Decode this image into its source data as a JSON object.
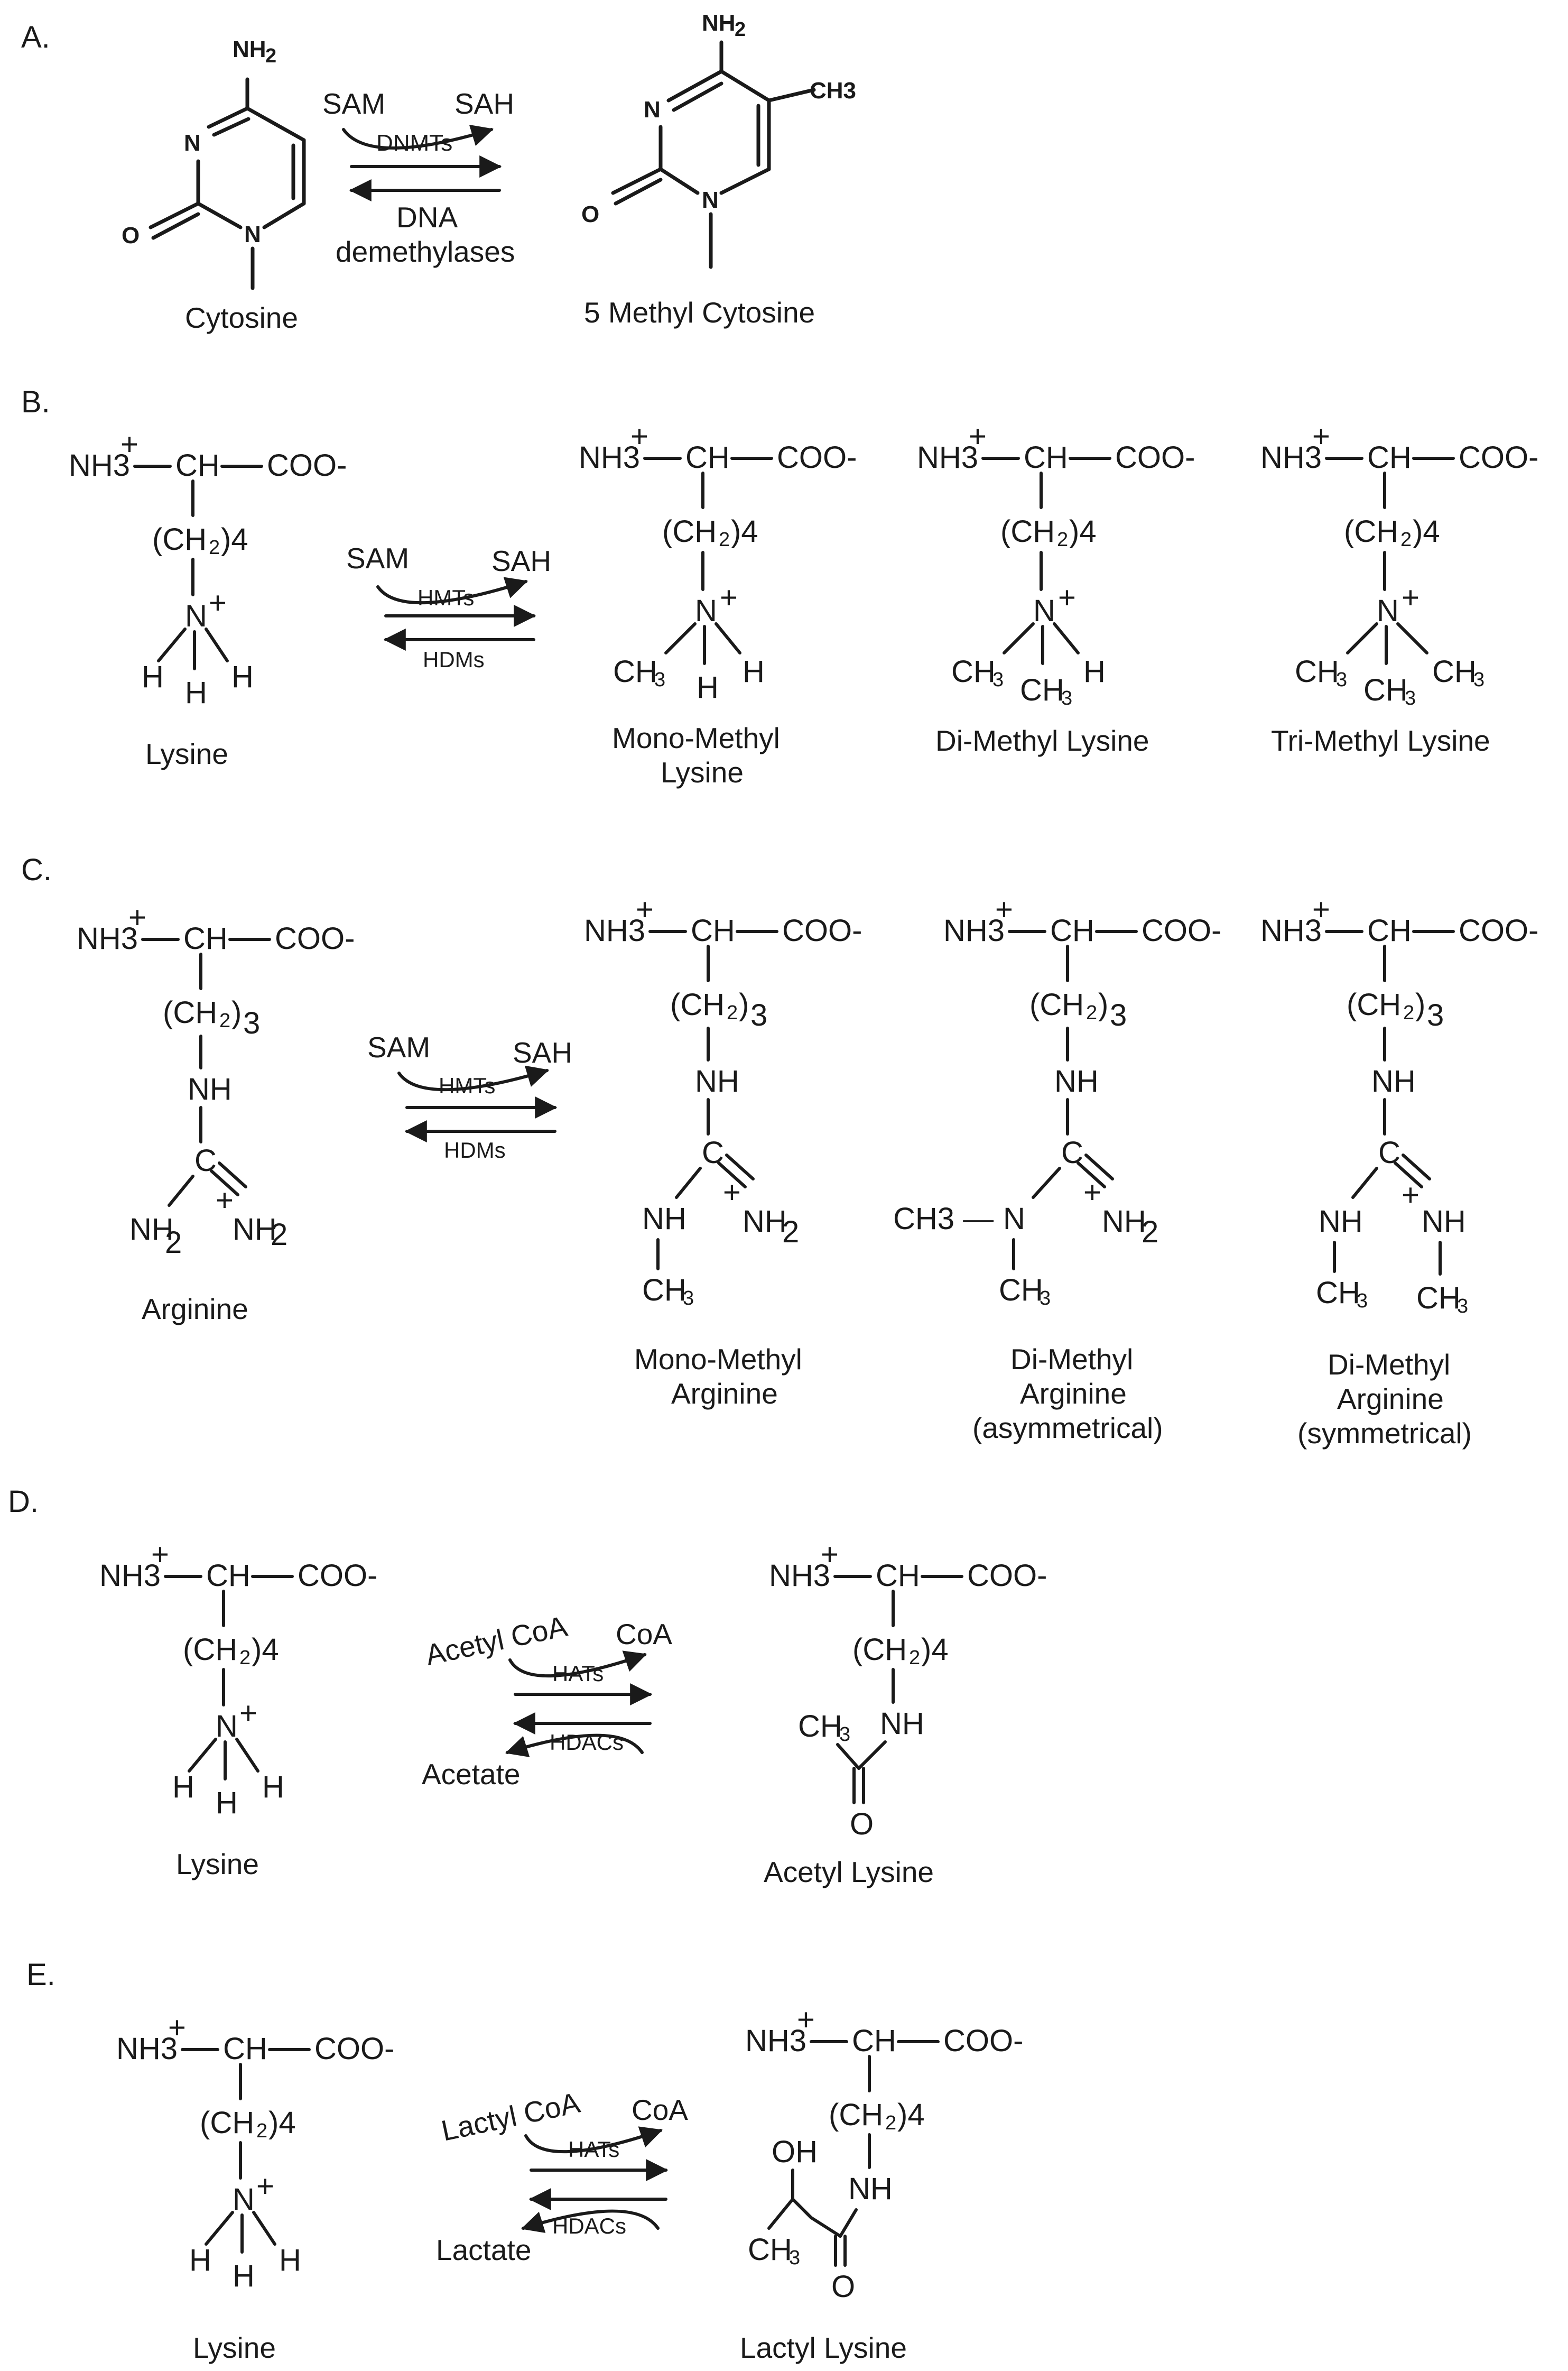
{
  "panels": {
    "A": {
      "letter": "A.",
      "reactant": {
        "NH2": "NH",
        "NH2_sub": "2",
        "N3": "N",
        "N1": "N",
        "O": "O",
        "name": "Cytosine"
      },
      "reaction": {
        "left_cofactor": "SAM",
        "right_cofactor": "SAH",
        "forward_enzyme": "DNMTs",
        "reverse_enzyme_line1": "DNA",
        "reverse_enzyme_line2": "demethylases"
      },
      "product": {
        "NH2": "NH",
        "NH2_sub": "2",
        "N3": "N",
        "N1": "N",
        "O": "O",
        "CH3": "CH3",
        "name": "5 Methyl Cytosine"
      }
    },
    "B": {
      "letter": "B.",
      "reaction": {
        "left_cofactor": "SAM",
        "right_cofactor": "SAH",
        "forward_enzyme": "HMTs",
        "reverse_enzyme": "HDMs"
      },
      "backbone": {
        "nh3": "NH3",
        "plus": "+",
        "ch": "CH",
        "coo": "COO-",
        "ch2": "(CH",
        "ch2_sub": "2",
        "ch2_tail": ")4"
      },
      "n_plus": "N",
      "h": "H",
      "ch3": "CH",
      "ch3_sub": "3",
      "names": {
        "lysine": "Lysine",
        "mono_line1": "Mono-Methyl",
        "mono_line2": "Lysine",
        "di": "Di-Methyl Lysine",
        "tri": "Tri-Methyl Lysine"
      }
    },
    "C": {
      "letter": "C.",
      "reaction": {
        "left_cofactor": "SAM",
        "right_cofactor": "SAH",
        "forward_enzyme": "HMTs",
        "reverse_enzyme": "HDMs"
      },
      "backbone": {
        "nh3": "NH3",
        "plus": "+",
        "ch": "CH",
        "coo": "COO-",
        "ch2": "(CH",
        "ch2_sub": "2",
        "ch2_tail": ")",
        "ch2_n": "3"
      },
      "nh": "NH",
      "c": "C",
      "nh2": "NH",
      "nh2_sub": "2",
      "n": "N",
      "ch3": "CH",
      "ch3_sub": "3",
      "ch3_dash": "CH3 —",
      "names": {
        "arginine": "Arginine",
        "mono_line1": "Mono-Methyl",
        "mono_line2": "Arginine",
        "asym_line1": "Di-Methyl",
        "asym_line2": "Arginine",
        "asym_line3": "(asymmetrical)",
        "sym_line1": "Di-Methyl",
        "sym_line2": "Arginine",
        "sym_line3": "(symmetrical)"
      }
    },
    "D": {
      "letter": "D.",
      "reaction": {
        "donor": "Acetyl CoA",
        "released": "CoA",
        "forward_enzyme": "HATs",
        "reverse_enzyme": "HDACs",
        "reverse_product": "Acetate"
      },
      "names": {
        "lysine": "Lysine",
        "product": "Acetyl Lysine"
      },
      "o": "O"
    },
    "E": {
      "letter": "E.",
      "reaction": {
        "donor": "Lactyl CoA",
        "released": "CoA",
        "forward_enzyme": "HATs",
        "reverse_enzyme": "HDACs",
        "reverse_product": "Lactate"
      },
      "names": {
        "lysine": "Lysine",
        "product": "Lactyl Lysine"
      },
      "oh": "OH",
      "o": "O"
    }
  }
}
